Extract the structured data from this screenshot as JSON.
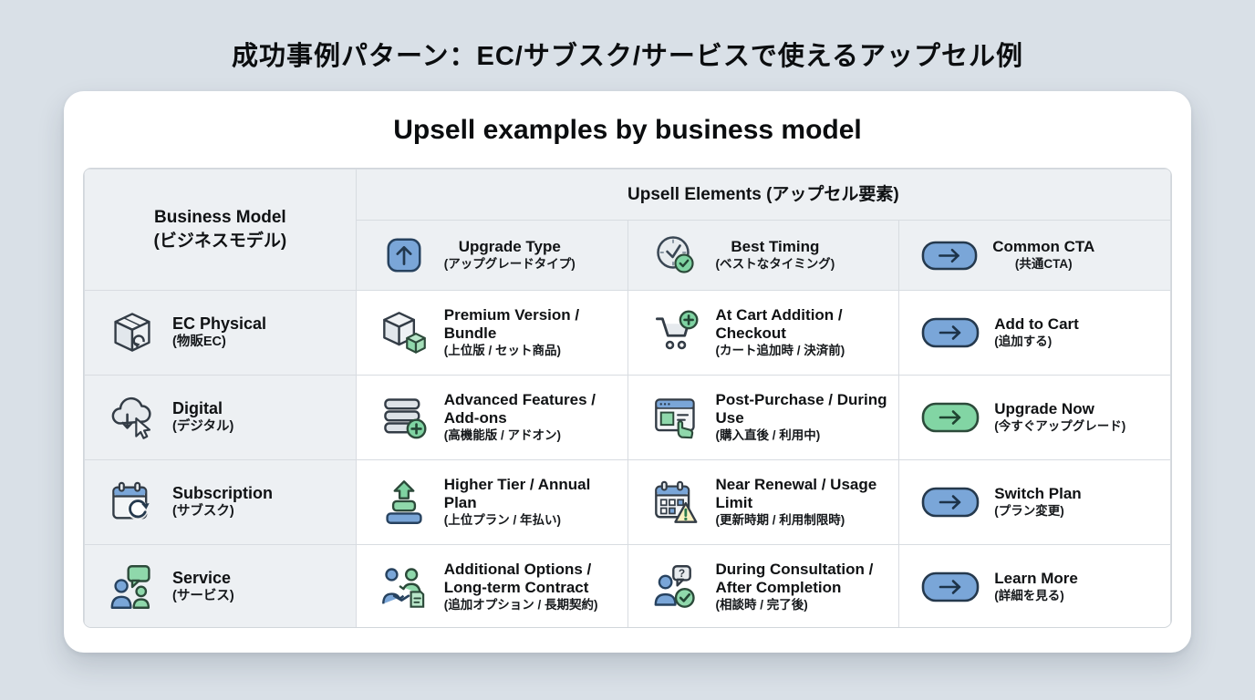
{
  "page": {
    "title": "成功事例パターン：EC/サブスク/サービスで使えるアップセル例"
  },
  "card": {
    "title": "Upsell examples by business model"
  },
  "colors": {
    "page_bg": "#d9e0e7",
    "card_bg": "#ffffff",
    "header_cell_bg": "#edf0f3",
    "border": "#d8dce1",
    "accent_blue": "#7aa6d8",
    "accent_green": "#82d5a4",
    "icon_stroke_dark": "#333c46",
    "warning_yellow": "#f9f0c0"
  },
  "table": {
    "header": {
      "business_model_line1": "Business Model",
      "business_model_line2": "(ビジネスモデル)",
      "upsell_elements": "Upsell Elements (アップセル要素)",
      "columns": [
        {
          "icon": "upgrade-arrow-square-icon",
          "title": "Upgrade Type",
          "subtitle": "(アップグレードタイプ)"
        },
        {
          "icon": "clock-check-icon",
          "title": "Best Timing",
          "subtitle": "(ベストなタイミング)"
        },
        {
          "icon": "cta-arrow-pill-icon",
          "title": "Common CTA",
          "subtitle": "(共通CTA)"
        }
      ]
    },
    "rows": [
      {
        "model": {
          "icon": "package-box-icon",
          "title": "EC Physical",
          "subtitle": "(物販EC)"
        },
        "upgrade": {
          "icon": "box-bundle-icon",
          "title": "Premium Version / Bundle",
          "subtitle": "(上位版 / セット商品)"
        },
        "timing": {
          "icon": "cart-plus-icon",
          "title": "At Cart Addition / Checkout",
          "subtitle": "(カート追加時 / 決済前)"
        },
        "cta": {
          "icon": "cta-arrow-pill-icon",
          "style": "blue",
          "title": "Add to Cart",
          "subtitle": "(追加する)"
        }
      },
      {
        "model": {
          "icon": "cloud-download-cursor-icon",
          "title": "Digital",
          "subtitle": "(デジタル)"
        },
        "upgrade": {
          "icon": "layers-plus-icon",
          "title": "Advanced Features / Add-ons",
          "subtitle": "(高機能版 / アドオン)"
        },
        "timing": {
          "icon": "browser-click-icon",
          "title": "Post-Purchase / During Use",
          "subtitle": "(購入直後 / 利用中)"
        },
        "cta": {
          "icon": "cta-arrow-pill-icon",
          "style": "green",
          "title": "Upgrade Now",
          "subtitle": "(今すぐアップグレード)"
        }
      },
      {
        "model": {
          "icon": "calendar-refresh-icon",
          "title": "Subscription",
          "subtitle": "(サブスク)"
        },
        "upgrade": {
          "icon": "tier-up-arrow-icon",
          "title": "Higher Tier / Annual Plan",
          "subtitle": "(上位プラン / 年払い)"
        },
        "timing": {
          "icon": "calendar-warning-icon",
          "title": "Near Renewal / Usage Limit",
          "subtitle": "(更新時期 / 利用制限時)"
        },
        "cta": {
          "icon": "cta-arrow-pill-icon",
          "style": "blue",
          "title": "Switch Plan",
          "subtitle": "(プラン変更)"
        }
      },
      {
        "model": {
          "icon": "people-chat-icon",
          "title": "Service",
          "subtitle": "(サービス)"
        },
        "upgrade": {
          "icon": "handshake-document-icon",
          "title": "Additional Options / Long-term Contract",
          "subtitle": "(追加オプション / 長期契約)"
        },
        "timing": {
          "icon": "person-question-check-icon",
          "title": "During Consultation / After Completion",
          "subtitle": "(相談時 / 完了後)"
        },
        "cta": {
          "icon": "cta-arrow-pill-icon",
          "style": "blue",
          "title": "Learn More",
          "subtitle": "(詳細を見る)"
        }
      }
    ]
  }
}
